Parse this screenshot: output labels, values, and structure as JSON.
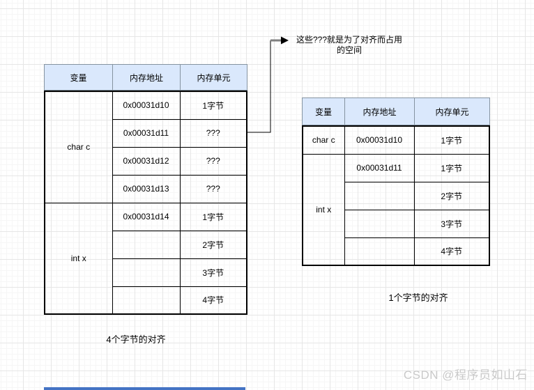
{
  "colors": {
    "header_fill": "#dae8fc",
    "header_border": "#8593a0",
    "body_border": "#000000",
    "arrow_gray": "#808080",
    "blue_bar": "#4473c4",
    "watermark_gray": "#c9c9c9"
  },
  "annotation": {
    "line1": "这些???就是为了对齐而占用",
    "line2": "的空间"
  },
  "tables": {
    "left": {
      "headers": [
        "变量",
        "内存地址",
        "内存单元"
      ],
      "variables": [
        "char c",
        "int x"
      ],
      "rows": [
        {
          "addr": "0x00031d10",
          "unit": "1字节"
        },
        {
          "addr": "0x00031d11",
          "unit": "???"
        },
        {
          "addr": "0x00031d12",
          "unit": "???"
        },
        {
          "addr": "0x00031d13",
          "unit": "???"
        },
        {
          "addr": "0x00031d14",
          "unit": "1字节"
        },
        {
          "addr": "",
          "unit": "2字节"
        },
        {
          "addr": "",
          "unit": "3字节"
        },
        {
          "addr": "",
          "unit": "4字节"
        }
      ],
      "caption": "4个字节的对齐"
    },
    "right": {
      "headers": [
        "变量",
        "内存地址",
        "内存单元"
      ],
      "variables": [
        "char c",
        "int x"
      ],
      "rows": [
        {
          "addr": "0x00031d10",
          "unit": "1字节"
        },
        {
          "addr": "0x00031d11",
          "unit": "1字节"
        },
        {
          "addr": "",
          "unit": "2字节"
        },
        {
          "addr": "",
          "unit": "3字节"
        },
        {
          "addr": "",
          "unit": "4字节"
        }
      ],
      "caption": "1个字节的对齐"
    }
  },
  "watermark": "CSDN @程序员如山石"
}
